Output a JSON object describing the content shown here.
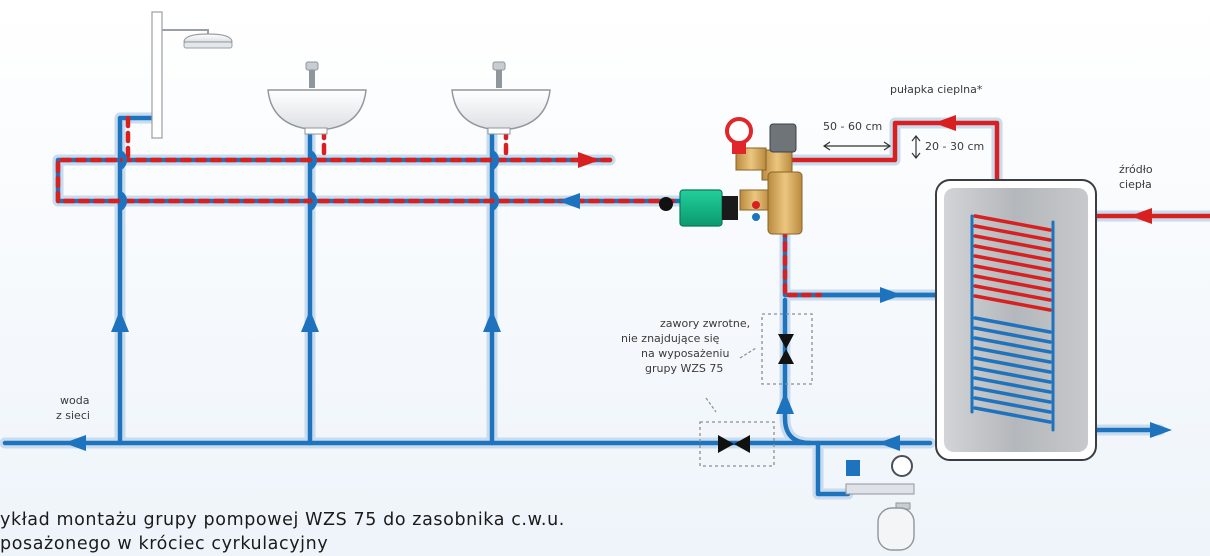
{
  "labels": {
    "heat_trap": "pułapka cieplna*",
    "dist_horizontal": "50 - 60 cm",
    "dist_vertical": "20 - 30 cm",
    "heat_source_line1": "źródło",
    "heat_source_line2": "ciepła",
    "water_line1": "woda",
    "water_line2": "z sieci",
    "check_valves": [
      "zawory zwrotne,",
      "nie znajdujące się",
      "na wyposażeniu",
      "grupy WZS 75"
    ]
  },
  "caption": {
    "line1": "ykład montażu grupy pompowej WZS 75 do zasobnika c.w.u.",
    "line2": "posażonego w króciec cyrkulacyjny"
  },
  "colors": {
    "cold_pipe": "#1e73be",
    "hot_pipe": "#d7201f",
    "pipe_halo": "#c9dced",
    "pump": "#12b383",
    "valve_red": "#e0262b",
    "brass": "#d6a75a",
    "tank_fill": "#b9bcc0"
  }
}
